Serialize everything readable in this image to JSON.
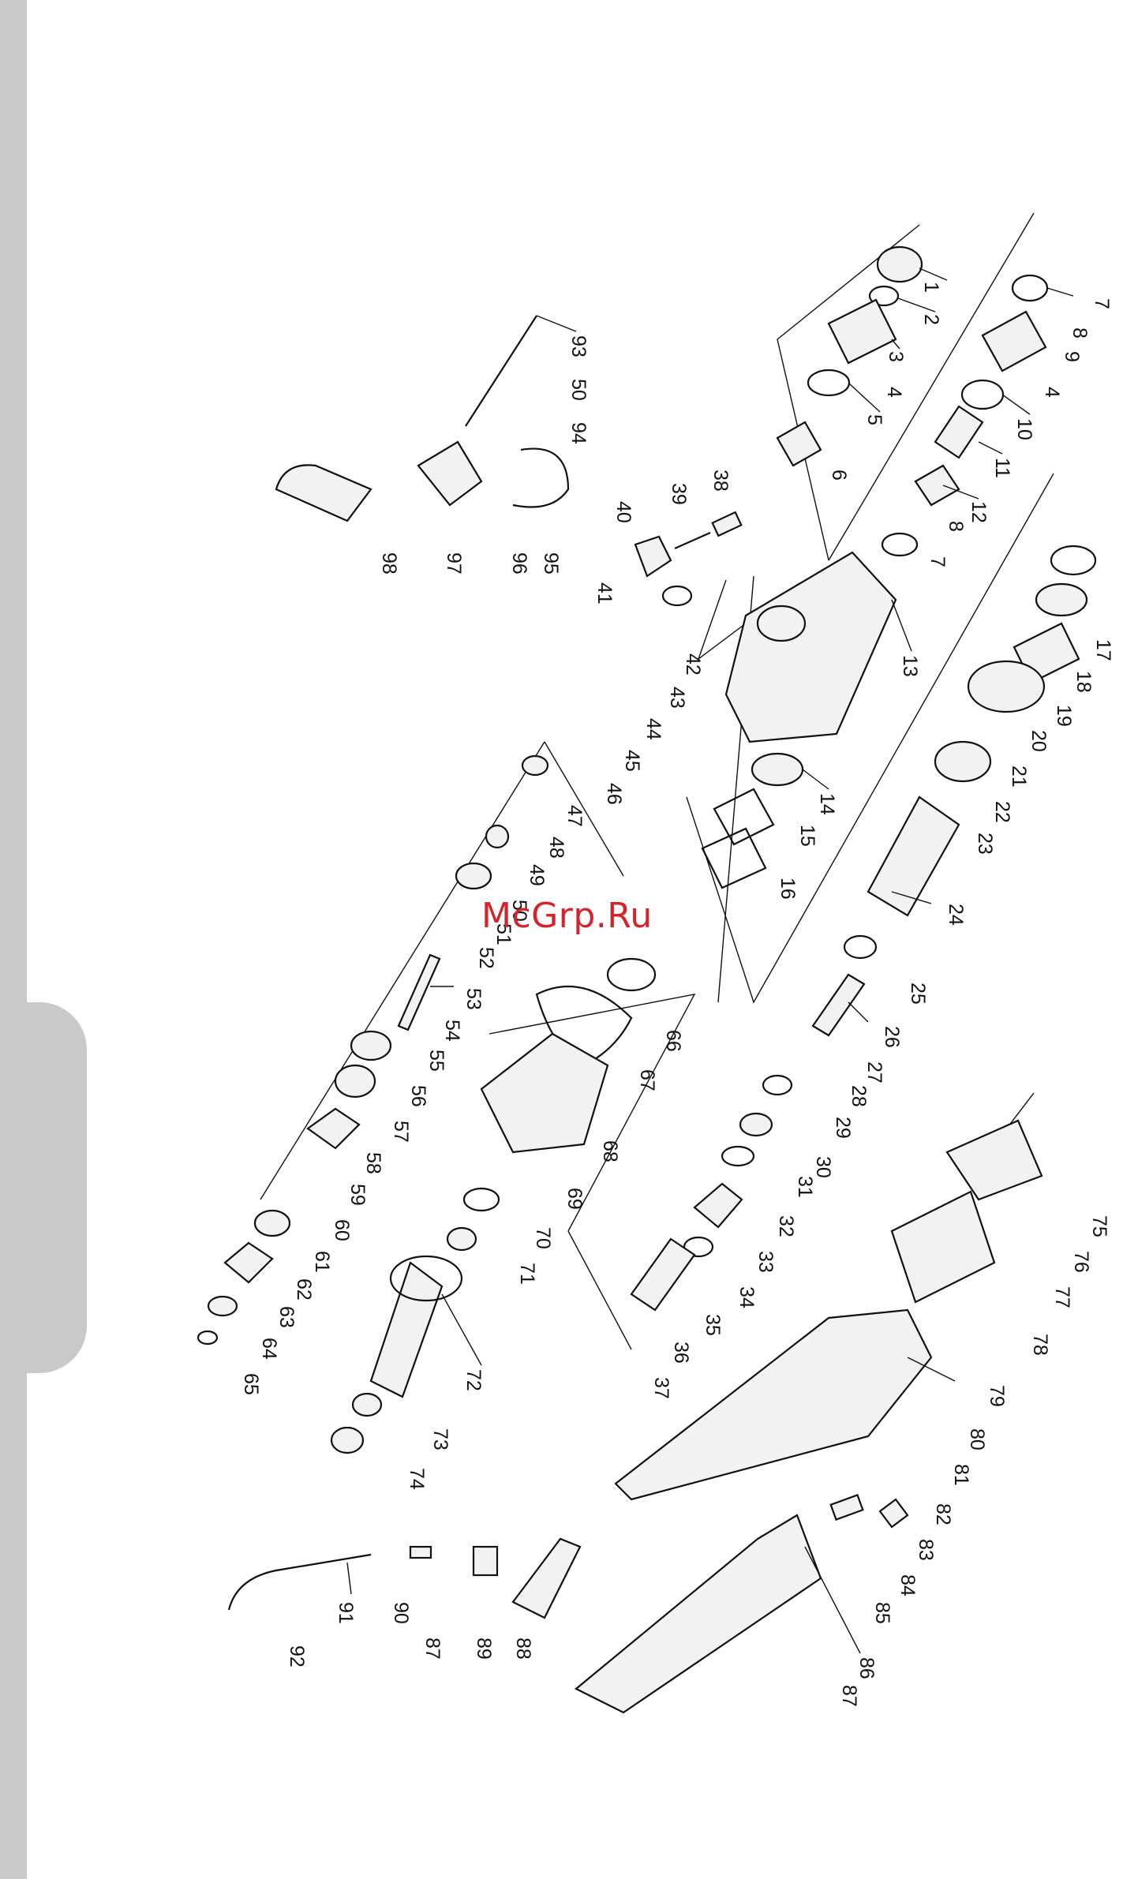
{
  "watermark": "McGrp.Ru",
  "colors": {
    "sidebar": "#c9c9c9",
    "watermark": "#d4242b",
    "line": "#111111"
  },
  "diagram": {
    "labels": [
      "1",
      "2",
      "3",
      "4",
      "5",
      "6",
      "7",
      "8",
      "9",
      "4",
      "10",
      "11",
      "12",
      "8",
      "7",
      "13",
      "38",
      "39",
      "40",
      "41",
      "42",
      "43",
      "44",
      "45",
      "46",
      "14",
      "15",
      "16",
      "17",
      "18",
      "19",
      "20",
      "21",
      "22",
      "23",
      "24",
      "25",
      "26",
      "27",
      "28",
      "29",
      "30",
      "31",
      "32",
      "33",
      "34",
      "35",
      "36",
      "37",
      "47",
      "48",
      "49",
      "50",
      "51",
      "52",
      "53",
      "54",
      "55",
      "56",
      "57",
      "58",
      "59",
      "60",
      "61",
      "62",
      "63",
      "64",
      "65",
      "66",
      "67",
      "68",
      "69",
      "70",
      "71",
      "72",
      "73",
      "74",
      "75",
      "76",
      "77",
      "78",
      "79",
      "80",
      "81",
      "82",
      "83",
      "84",
      "85",
      "86",
      "87",
      "88",
      "89",
      "90",
      "87",
      "91",
      "92",
      "93",
      "50",
      "94",
      "95",
      "96",
      "97",
      "98"
    ]
  }
}
